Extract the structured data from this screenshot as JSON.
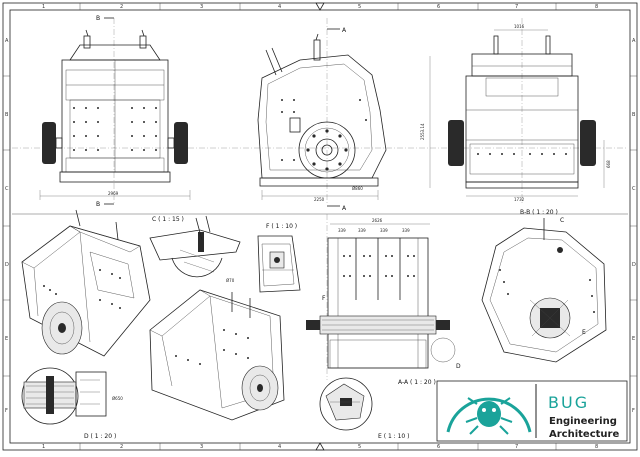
{
  "grid": {
    "columns": [
      "1",
      "2",
      "3",
      "4",
      "5",
      "6",
      "7",
      "8"
    ],
    "rows": [
      "A",
      "B",
      "C",
      "D",
      "E",
      "F"
    ]
  },
  "views": {
    "front_section_marks": {
      "top": "B",
      "bottom": "B"
    },
    "side_section_marks": {
      "top": "A",
      "bottom": "A"
    },
    "detail_c": "C ( 1 : 15 )",
    "detail_f": "F ( 1 : 10 )",
    "detail_d": "D ( 1 : 20 )",
    "detail_e": "E ( 1 : 10 )",
    "section_aa": "A-A ( 1 : 20 )",
    "section_bb": "B-B ( 1 : 20 )",
    "callout_c": "C",
    "callout_d": "D",
    "callout_e": "E",
    "callout_f": "F"
  },
  "dimensions": {
    "front_width": "2969",
    "side_width": "2250",
    "side_dia": "Ø860",
    "rear_height": "2553.14",
    "rear_top": "1016",
    "rear_width": "1732",
    "rear_small": "668",
    "aa_width": "2626",
    "aa_parts": [
      "339",
      "339",
      "339",
      "339"
    ],
    "d_dim": "Ø650",
    "c_dim": "Ø70"
  },
  "logo": {
    "brand": "BUG",
    "line1": "Engineering",
    "line2": "Architecture",
    "color": "#1aa39a"
  }
}
